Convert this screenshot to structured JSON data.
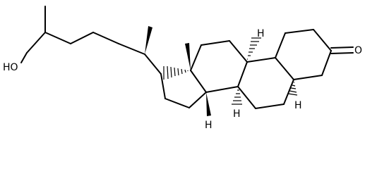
{
  "atoms": {
    "hydroxyl": "HO",
    "ketone_oxygen": "O",
    "h9": "H",
    "h5": "H",
    "h8": "H",
    "h14": "H"
  }
}
